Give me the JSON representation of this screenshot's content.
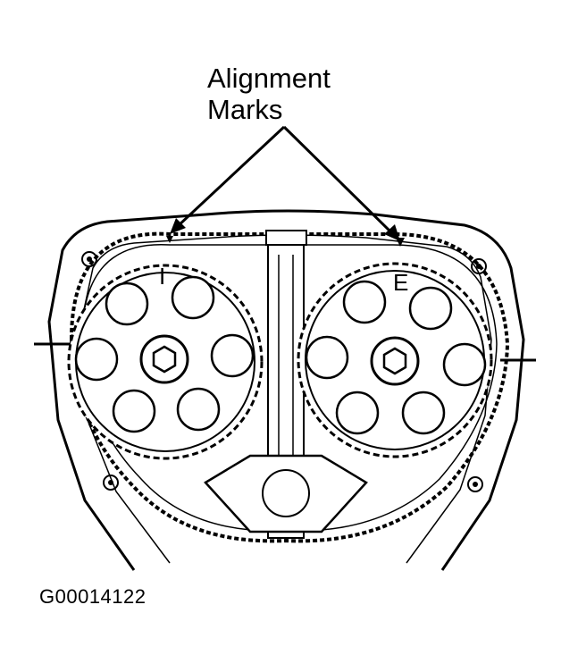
{
  "callout": {
    "line1": "Alignment",
    "line2": "Marks"
  },
  "labels": {
    "intake": "I",
    "exhaust": "E"
  },
  "figure_id": "G00014122",
  "colors": {
    "ink": "#000000",
    "paper": "#ffffff"
  }
}
